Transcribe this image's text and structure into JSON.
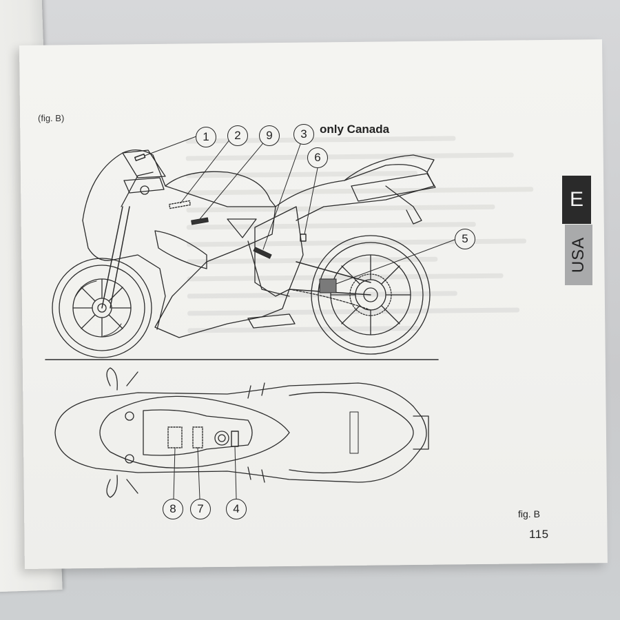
{
  "page": {
    "fig_label_top": "(fig. B)",
    "fig_label_bottom": "fig. B",
    "page_number": "115",
    "only_canada": "only Canada",
    "tab_section": "E",
    "tab_region": "USA"
  },
  "callouts": [
    {
      "id": "1",
      "label": "1"
    },
    {
      "id": "2",
      "label": "2"
    },
    {
      "id": "9",
      "label": "9"
    },
    {
      "id": "3",
      "label": "3"
    },
    {
      "id": "6",
      "label": "6"
    },
    {
      "id": "5",
      "label": "5"
    },
    {
      "id": "8",
      "label": "8"
    },
    {
      "id": "7",
      "label": "7"
    },
    {
      "id": "4",
      "label": "4"
    }
  ],
  "colors": {
    "line": "#2b2b2b",
    "paper": "#f2f2ef",
    "tab_dark": "#2a2a2a",
    "tab_grey": "#a9aaab"
  }
}
